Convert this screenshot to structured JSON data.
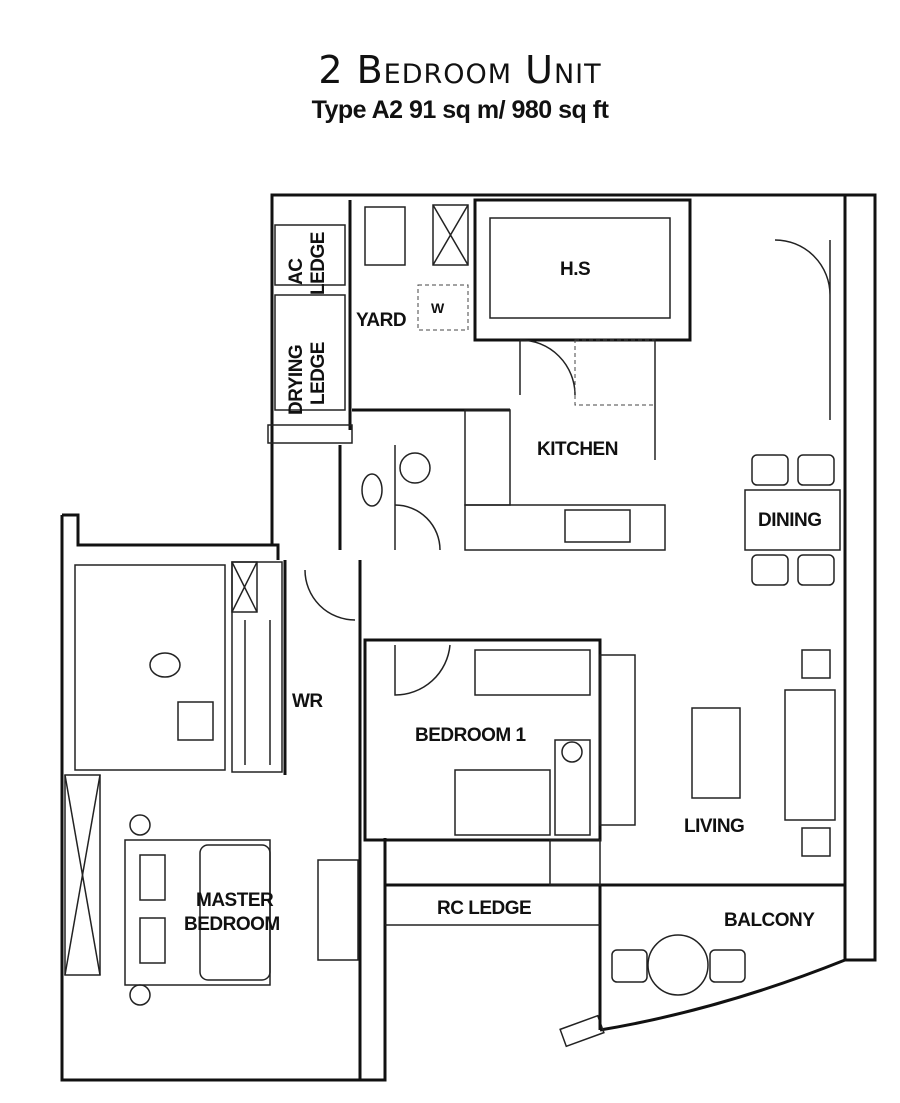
{
  "title": "2 Bedroom Unit",
  "subtitle": "Type A2 91 sq m/ 980 sq ft",
  "rooms": {
    "hs": "H.S",
    "yard": "YARD",
    "washer": "W",
    "ac_ledge": "AC LEDGE",
    "drying_ledge_1": "DRYING",
    "drying_ledge_2": "LEDGE",
    "ac_1": "AC",
    "ac_2": "LEDGE",
    "kitchen": "KITCHEN",
    "dining": "DINING",
    "wr": "WR",
    "bedroom1": "BEDROOM 1",
    "living": "LIVING",
    "master_1": "MASTER",
    "master_2": "BEDROOM",
    "rc_ledge": "RC LEDGE",
    "balcony": "BALCONY"
  }
}
